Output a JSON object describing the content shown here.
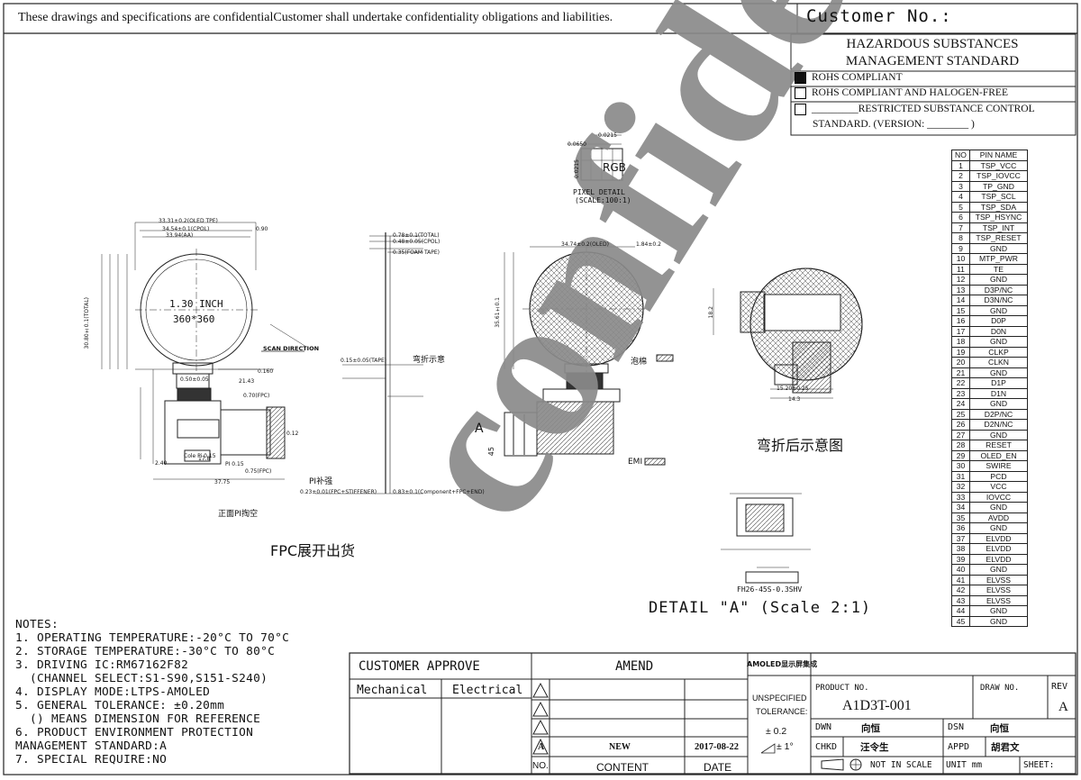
{
  "header": {
    "note": "These drawings and specifications are confidentialCustomer shall undertake confidentiality obligations and liabilities.",
    "customer_no": "Customer No.:"
  },
  "hazardous": {
    "title_line1": "HAZARDOUS SUBSTANCES",
    "title_line2": "MANAGEMENT STANDARD",
    "options": [
      {
        "label": "ROHS COMPLIANT",
        "checked": true
      },
      {
        "label": "ROHS COMPLIANT AND HALOGEN-FREE",
        "checked": false
      },
      {
        "label": "_________RESTRICTED SUBSTANCE CONTROL",
        "checked": false
      }
    ],
    "standard_line": "STANDARD. (VERSION: ________ )"
  },
  "pin_table": {
    "headers": [
      "NO",
      "PIN NAME"
    ],
    "rows": [
      [
        "1",
        "TSP_VCC"
      ],
      [
        "2",
        "TSP_IOVCC"
      ],
      [
        "3",
        "TP_GND"
      ],
      [
        "4",
        "TSP_SCL"
      ],
      [
        "5",
        "TSP_SDA"
      ],
      [
        "6",
        "TSP_HSYNC"
      ],
      [
        "7",
        "TSP_INT"
      ],
      [
        "8",
        "TSP_RESET"
      ],
      [
        "9",
        "GND"
      ],
      [
        "10",
        "MTP_PWR"
      ],
      [
        "11",
        "TE"
      ],
      [
        "12",
        "GND"
      ],
      [
        "13",
        "D3P/NC"
      ],
      [
        "14",
        "D3N/NC"
      ],
      [
        "15",
        "GND"
      ],
      [
        "16",
        "D0P"
      ],
      [
        "17",
        "D0N"
      ],
      [
        "18",
        "GND"
      ],
      [
        "19",
        "CLKP"
      ],
      [
        "20",
        "CLKN"
      ],
      [
        "21",
        "GND"
      ],
      [
        "22",
        "D1P"
      ],
      [
        "23",
        "D1N"
      ],
      [
        "24",
        "GND"
      ],
      [
        "25",
        "D2P/NC"
      ],
      [
        "26",
        "D2N/NC"
      ],
      [
        "27",
        "GND"
      ],
      [
        "28",
        "RESET"
      ],
      [
        "29",
        "OLED_EN"
      ],
      [
        "30",
        "SWIRE"
      ],
      [
        "31",
        "PCD"
      ],
      [
        "32",
        "VCC"
      ],
      [
        "33",
        "IOVCC"
      ],
      [
        "34",
        "GND"
      ],
      [
        "35",
        "AVDD"
      ],
      [
        "36",
        "GND"
      ],
      [
        "37",
        "ELVDD"
      ],
      [
        "38",
        "ELVDD"
      ],
      [
        "39",
        "ELVDD"
      ],
      [
        "40",
        "GND"
      ],
      [
        "41",
        "ELVSS"
      ],
      [
        "42",
        "ELVSS"
      ],
      [
        "43",
        "ELVSS"
      ],
      [
        "44",
        "GND"
      ],
      [
        "45",
        "GND"
      ]
    ]
  },
  "drawing": {
    "display_size": "1.30 INCH",
    "resolution": "360*360",
    "pixel_detail": "PIXEL DETAIL",
    "pixel_scale": "(SCALE:100:1)",
    "pixel_rgb": "RGB",
    "scan_direction": "SCAN DIRECTION",
    "fpc_label": "FPC展开出货",
    "bend_label": "弯折后示意图",
    "bend_hint": "弯折示意",
    "pi_label": "PI补强",
    "front_pi": "正面PI掏空",
    "shield": "泡棉",
    "emi": "EMI",
    "detail_a_letter": "A",
    "detail_a": "DETAIL \"A\" (Scale 2:1)",
    "connector": "FH26-45S-0.3SHV",
    "dims_left": [
      "33.31±0.2(OLED TPE)",
      "34.54±0.1(CPOL)",
      "33.94(AA)",
      "0.90",
      "30.80±0.1(TOTAL)"
    ],
    "dims_misc": [
      "0.50±0.05",
      "21.43",
      "0.160",
      "17.8",
      "37.75",
      "2.40",
      "0.70(FPC)",
      "0.75(FPC)",
      "0.12",
      "PI 0.15",
      "Cole Pi 0.15",
      "45"
    ],
    "dims_side": [
      "0.78±0.1(TOTAL)",
      "0.48±0.05(CPOL)",
      "0.35(FOAM TAPE)",
      "0.23±0.01(FPC+STIFFENER)",
      "0.83±0.1(Component+FPC+END)",
      "0.15±0.05(TAPE)"
    ],
    "dims_mid": [
      "34.74±0.2(OLED)",
      "1.84±0.2",
      "35.61±0.1"
    ],
    "dims_right": [
      "15.20±0.25",
      "14.3",
      "18.2"
    ],
    "pixel_dims": [
      "0.0215",
      "0.0650",
      "0.0215"
    ]
  },
  "notes": {
    "title": "NOTES:",
    "lines": [
      "1. OPERATING TEMPERATURE:-20°C TO 70°C",
      "2. STORAGE TEMPERATURE:-30°C TO 80°C",
      "3. DRIVING IC:RM67162F82",
      "  (CHANNEL SELECT:S1-S90,S151-S240)",
      "4. DISPLAY MODE:LTPS-AMOLED",
      "5. GENERAL TOLERANCE: ±0.20mm",
      "  () MEANS DIMENSION FOR REFERENCE",
      "6. PRODUCT ENVIRONMENT PROTECTION",
      "MANAGEMENT STANDARD:A",
      "7. SPECIAL REQUIRE:NO"
    ]
  },
  "title_block": {
    "customer_approve": "CUSTOMER APPROVE",
    "mechanical": "Mechanical",
    "electrical": "Electrical",
    "amend": "AMEND",
    "company": "AMOLED显示屏集成",
    "rev_a": "A",
    "new": "NEW",
    "date": "2017-08-22",
    "no": "NO.",
    "content": "CONTENT",
    "date_label": "DATE",
    "unspecified": "UNSPECIFIED",
    "tolerance": "TOLERANCE:",
    "tol_linear": "± 0.2",
    "tol_angle": "± 1°",
    "product_no_label": "PRODUCT NO.",
    "product_no": "A1D3T-001",
    "draw_no_label": "DRAW NO.",
    "rev_label": "REV",
    "rev": "A",
    "dwn_label": "DWN",
    "dwn": "向恒",
    "dsn_label": "DSN",
    "dsn": "向恒",
    "chkd_label": "CHKD",
    "chkd": "汪令生",
    "appd_label": "APPD",
    "appd": "胡君文",
    "not_in_scale": "NOT IN SCALE",
    "unit": "UNIT mm",
    "sheet": "SHEET:"
  },
  "watermark": "confidential"
}
